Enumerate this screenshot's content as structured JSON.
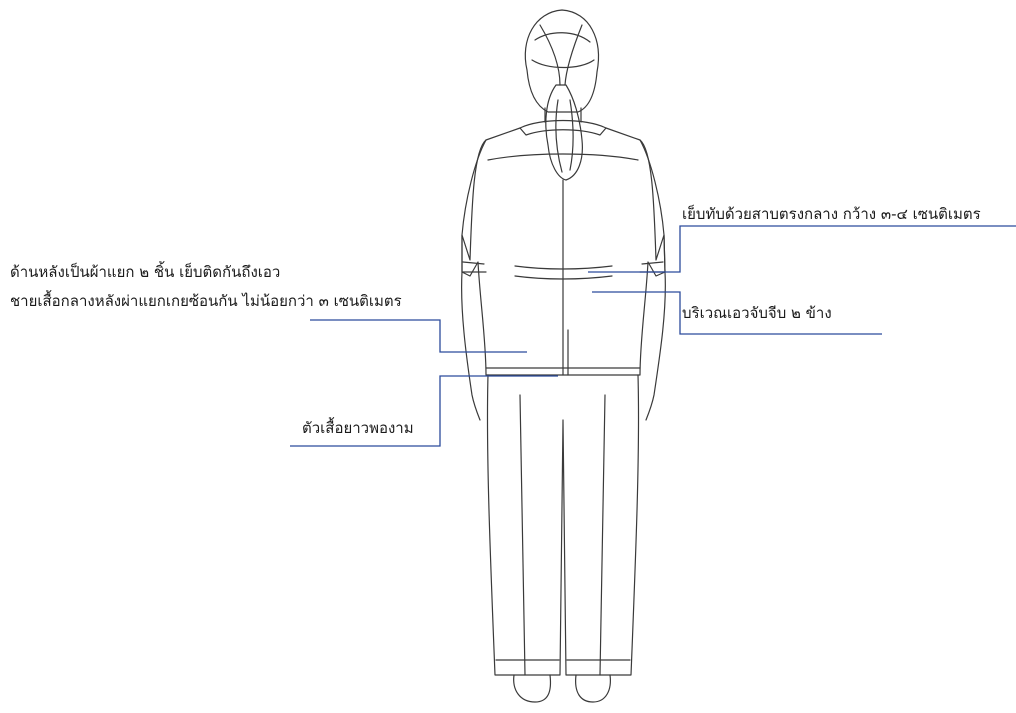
{
  "annotations": {
    "center_seam": "เย็บทับด้วยสาบตรงกลาง กว้าง ๓-๔ เซนติเมตร",
    "back_panels_line1": "ด้านหลังเป็นผ้าแยก ๒ ชิ้น เย็บติดกันถึงเอว",
    "back_panels_line2": "ชายเสื้อกลางหลังผ่าแยกเกยซ้อนกัน ไม่น้อยกว่า ๓ เซนติเมตร",
    "waist_darts": "บริเวณเอวจับจีบ ๒ ข้าง",
    "shirt_length": "ตัวเสื้อยาวพองาม"
  },
  "colors": {
    "leader": "#2b4a9c",
    "ink": "#2a2a2a"
  }
}
